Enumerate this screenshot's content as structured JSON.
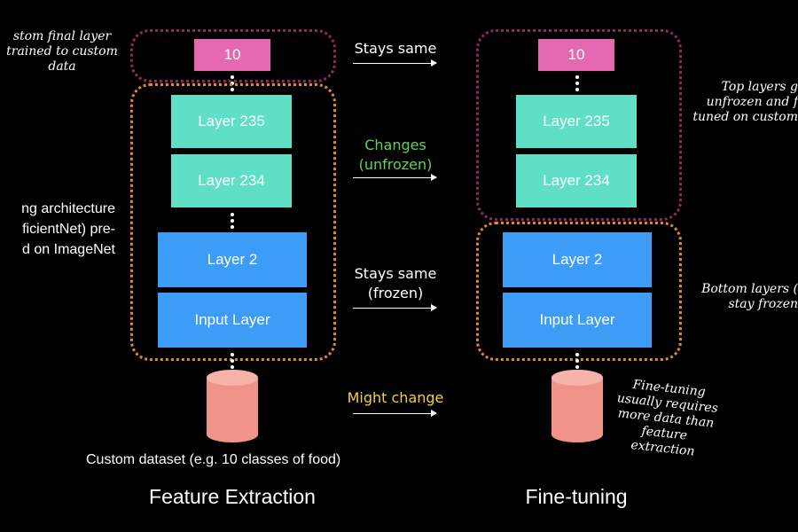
{
  "left_notes": {
    "custom_layer": [
      "stom final layer",
      "trained to custom",
      "data"
    ],
    "backbone": [
      "ng architecture",
      "ficientNet) pre-",
      "d on ImageNet"
    ]
  },
  "feature_extraction": {
    "caption": "Feature Extraction",
    "output_layer": "10",
    "layer_235": "Layer 235",
    "layer_234": "Layer 234",
    "layer_2": "Layer 2",
    "input_layer": "Input Layer",
    "dataset_label": "Custom dataset (e.g. 10 classes of food)"
  },
  "fine_tuning": {
    "caption": "Fine-tuning",
    "output_layer": "10",
    "layer_235": "Layer 235",
    "layer_234": "Layer 234",
    "layer_2": "Layer 2",
    "input_layer": "Input Layer"
  },
  "middle": {
    "stays_same": "Stays same",
    "changes": [
      "Changes",
      "(unfrozen)"
    ],
    "stays_same_frozen": [
      "Stays same",
      "(frozen)"
    ],
    "might_change": "Might change"
  },
  "right_notes": {
    "top_layers": [
      "Top layers g",
      "unfrozen and f",
      "tuned on custom"
    ],
    "bottom_layers": [
      "Bottom layers (",
      "stay frozen"
    ],
    "fine_tuning_note": [
      "Fine-tuning",
      "usually requires",
      "more data than",
      "feature",
      "extraction"
    ]
  },
  "colors": {
    "teal": "#5fe0c6",
    "blue": "#3d9cf5",
    "pink": "#e469b0",
    "cylinder": "#f0948a",
    "maroon_border": "#8e2a5a",
    "orange_border": "#e08a2a",
    "green_text": "#5fd35a",
    "yellow_text": "#f3d23a"
  }
}
